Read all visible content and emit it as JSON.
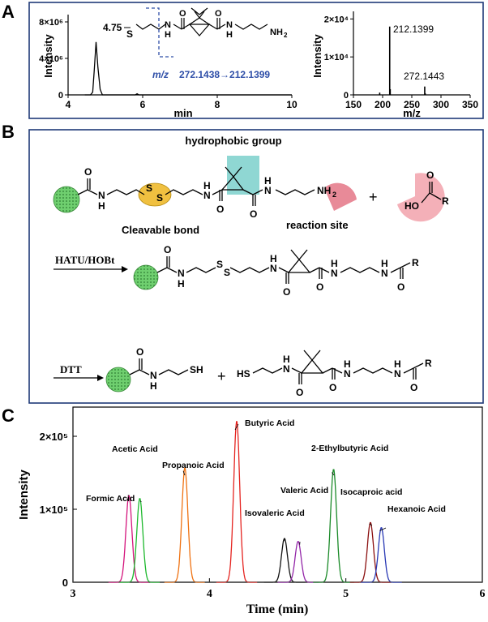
{
  "panels": {
    "a": "A",
    "b": "B",
    "c": "C"
  },
  "colors": {
    "frame": "#1f3a78",
    "mz_text": "#2f4fa8",
    "bead": "#4caf50",
    "ellipse": "#f0c040",
    "highlight": "#8fd7d3",
    "site": "#e88a98",
    "pac": "#f4b0b8",
    "formic": "#d4147c",
    "acetic": "#1db82d",
    "propanoic": "#ef7212",
    "butyric": "#e52420",
    "isovaleric": "#111111",
    "valeric": "#9326a8",
    "ethylbutyric": "#1a8a28",
    "isocaproic": "#8b1010",
    "hexanoic": "#2838b4"
  },
  "panel_a": {
    "chrom": {
      "ylabel": "Intensity",
      "xlabel": "min",
      "y_ticks": [
        "0",
        "4×10⁶",
        "8×10⁶"
      ],
      "x_ticks": [
        "4",
        "6",
        "8",
        "10"
      ],
      "xlim": [
        4,
        10
      ],
      "ylim": [
        0,
        8800000
      ],
      "peak_label": "4.75",
      "mz_label": "m/z",
      "mz_value": "272.1438→212.1399",
      "points": [
        [
          4.45,
          0
        ],
        [
          4.6,
          0
        ],
        [
          4.66,
          300000
        ],
        [
          4.7,
          2600000
        ],
        [
          4.75,
          5800000
        ],
        [
          4.8,
          3000000
        ],
        [
          4.86,
          600000
        ],
        [
          4.92,
          0
        ],
        [
          5.8,
          0
        ],
        [
          5.85,
          120000
        ],
        [
          5.9,
          0
        ],
        [
          10,
          0
        ]
      ]
    },
    "spectrum": {
      "ylabel": "Intensity",
      "xlabel": "m/z",
      "y_ticks": [
        "0",
        "1×10⁴",
        "2×10⁴"
      ],
      "x_ticks": [
        "150",
        "200",
        "250",
        "300",
        "350"
      ],
      "xlim": [
        150,
        350
      ],
      "ylim": [
        0,
        22000
      ],
      "labels": [
        "212.1399",
        "272.1443"
      ],
      "peaks": [
        [
          195,
          600
        ],
        [
          212.14,
          18000
        ],
        [
          213,
          1500
        ],
        [
          272.14,
          2200
        ],
        [
          273,
          400
        ]
      ]
    }
  },
  "panel_b": {
    "hydrophobic": "hydrophobic group",
    "cleavable": "Cleavable bond",
    "reaction_site": "reaction site",
    "reagent1": "HATU/HOBt",
    "reagent2": "DTT",
    "plus": "+",
    "atoms": {
      "O": "O",
      "N": "N",
      "H": "H",
      "S": "S",
      "R": "R",
      "HO": "HO",
      "NH2": "NH",
      "sub2": "2",
      "SH": "SH",
      "HS": "HS"
    }
  },
  "chart_data": {
    "type": "line",
    "xlabel": "Time (min)",
    "ylabel": "Intensity",
    "xlim": [
      3,
      6
    ],
    "ylim": [
      0,
      240000
    ],
    "x_ticks": [
      "3",
      "4",
      "5",
      "6"
    ],
    "y_ticks": [
      "0",
      "1×10⁵",
      "2×10⁵"
    ],
    "series": [
      {
        "name": "Formic Acid",
        "center": 3.41,
        "height": 119000,
        "color_key": "formic"
      },
      {
        "name": "Acetic Acid",
        "center": 3.49,
        "height": 115000,
        "color_key": "acetic"
      },
      {
        "name": "Propanoic Acid",
        "center": 3.82,
        "height": 157000,
        "color_key": "propanoic"
      },
      {
        "name": "Butyric Acid",
        "center": 4.2,
        "height": 221000,
        "color_key": "butyric"
      },
      {
        "name": "Isovaleric Acid",
        "center": 4.55,
        "height": 60000,
        "color_key": "isovaleric"
      },
      {
        "name": "Valeric Acid",
        "center": 4.65,
        "height": 56000,
        "color_key": "valeric"
      },
      {
        "name": "2-Ethylbutyric Acid",
        "center": 4.91,
        "height": 155000,
        "color_key": "ethylbutyric"
      },
      {
        "name": "Isocaproic acid",
        "center": 5.18,
        "height": 82000,
        "color_key": "isocaproic"
      },
      {
        "name": "Hexanoic Acid",
        "center": 5.26,
        "height": 75000,
        "color_key": "hexanoic"
      }
    ]
  }
}
